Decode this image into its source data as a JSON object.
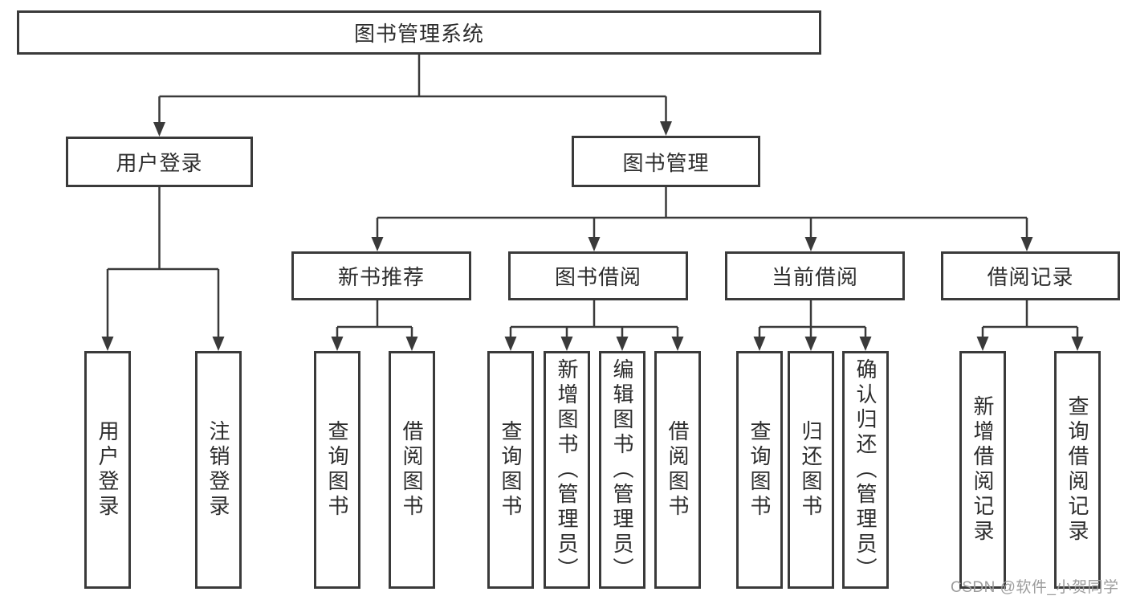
{
  "colors": {
    "line": "#3a3a3a",
    "text": "#2d2d2d",
    "background": "#ffffff",
    "watermark": "#9c9c9c"
  },
  "diagram": {
    "root": {
      "label": "图书管理系统"
    },
    "level2": {
      "user_login": {
        "label": "用户登录"
      },
      "book_management": {
        "label": "图书管理"
      }
    },
    "level3": {
      "new_book_recommend": {
        "label": "新书推荐"
      },
      "book_borrowing": {
        "label": "图书借阅"
      },
      "current_borrowing": {
        "label": "当前借阅"
      },
      "borrow_records": {
        "label": "借阅记录"
      }
    },
    "leaves": {
      "user_login": [
        {
          "label": "用户登录"
        },
        {
          "label": "注销登录"
        }
      ],
      "new_book_recommend": [
        {
          "label": "查询图书"
        },
        {
          "label": "借阅图书"
        }
      ],
      "book_borrowing": [
        {
          "label": "查询图书"
        },
        {
          "label": "新增图书（管理员）"
        },
        {
          "label": "编辑图书（管理员）"
        },
        {
          "label": "借阅图书"
        }
      ],
      "current_borrowing": [
        {
          "label": "查询图书"
        },
        {
          "label": "归还图书"
        },
        {
          "label": "确认归还（管理员）"
        }
      ],
      "borrow_records": [
        {
          "label": "新增借阅记录"
        },
        {
          "label": "查询借阅记录"
        }
      ]
    }
  },
  "watermark": {
    "text": "CSDN @软件_小贺同学"
  }
}
